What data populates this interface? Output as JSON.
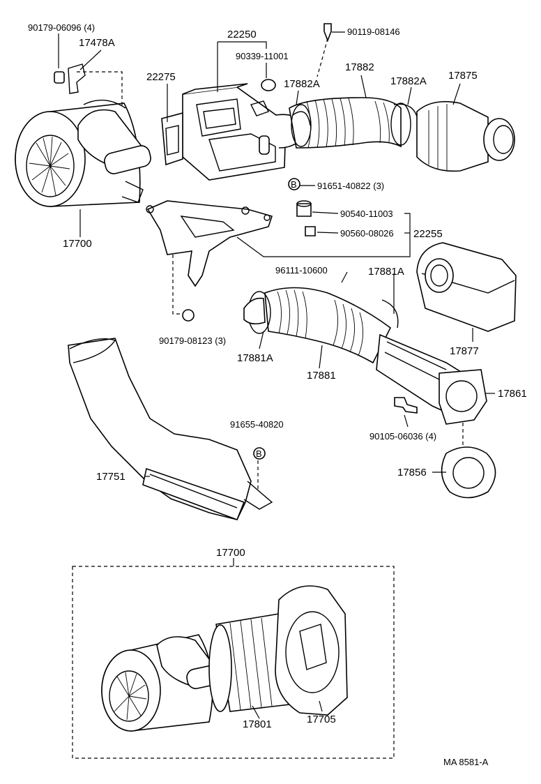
{
  "labels": {
    "p90179_06096": "90179-06096 (4)",
    "p17478A": "17478A",
    "p22250": "22250",
    "p90339_11001": "90339-11001",
    "p90119_08146": "90119-08146",
    "p22275": "22275",
    "p17882A_1": "17882A",
    "p17882": "17882",
    "p17882A_2": "17882A",
    "p17875": "17875",
    "p17700_top": "17700",
    "p91651_40822": "91651-40822 (3)",
    "p90540_11003": "90540-11003",
    "p90560_08026": "90560-08026",
    "p22255": "22255",
    "p96111_10600": "96111-10600",
    "p17881A_r": "17881A",
    "p17877": "17877",
    "p90179_08123": "90179-08123 (3)",
    "p17881A_l": "17881A",
    "p17881": "17881",
    "p17861": "17861",
    "p91655_40820": "91655-40820",
    "p90105_06036": "90105-06036 (4)",
    "p17751": "17751",
    "p17856": "17856",
    "p17700_bottom": "17700",
    "p17801": "17801",
    "p17705": "17705",
    "ref": "MA  8581-A"
  },
  "markers": {
    "b": "B"
  }
}
